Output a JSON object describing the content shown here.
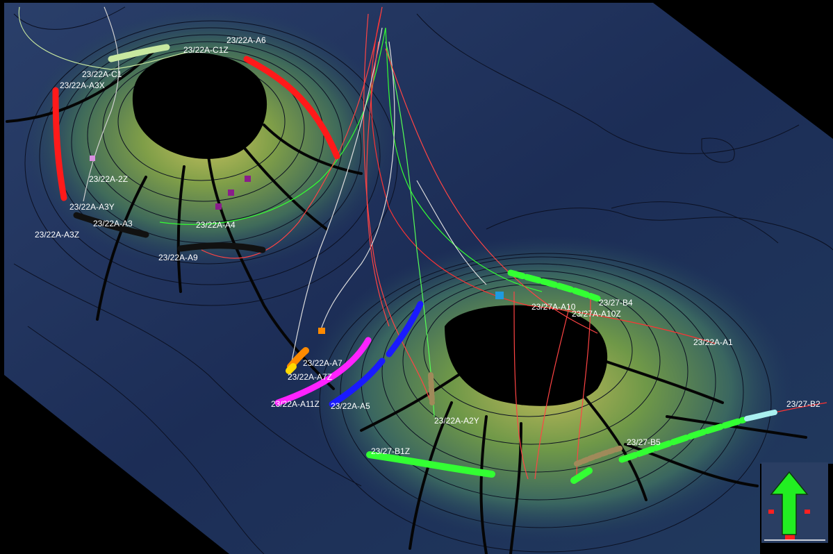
{
  "view": {
    "background": "#000000",
    "surface_deep": "#1b2a4d",
    "surface_mid": "#2c4a6a",
    "surface_high": "#5f8a52",
    "surface_peak": "#b5b65a"
  },
  "wells": [
    {
      "name": "23/22A-A6",
      "color": "#ff1a1a"
    },
    {
      "name": "23/22A-C1Z",
      "color": "#c8e8a0"
    },
    {
      "name": "23/22A-C1",
      "color": "#c8e8a0"
    },
    {
      "name": "23/22A-A3X",
      "color": "#ff1a1a"
    },
    {
      "name": "23/22A-2Z",
      "color": "#d98fe0"
    },
    {
      "name": "23/22A-A3Y",
      "color": "#111111"
    },
    {
      "name": "23/22A-A3",
      "color": "#111111"
    },
    {
      "name": "23/22A-A3Z",
      "color": "#111111"
    },
    {
      "name": "23/22A-A4",
      "color": "#8a1d8a"
    },
    {
      "name": "23/22A-A9",
      "color": "#111111"
    },
    {
      "name": "23/22A-A7",
      "color": "#ff8a00"
    },
    {
      "name": "23/22A-A7Z",
      "color": "#ffd800"
    },
    {
      "name": "23/22A-A11Z",
      "color": "#ff22ff"
    },
    {
      "name": "23/22A-A5",
      "color": "#1a1aff"
    },
    {
      "name": "23/22A-A2Y",
      "color": "#a08a5a"
    },
    {
      "name": "23/27A-A10",
      "color": "#33ff33"
    },
    {
      "name": "23/27A-A10Z",
      "color": "#33aaff"
    },
    {
      "name": "23/27-B4",
      "color": "#33ff33"
    },
    {
      "name": "23/22A-A1",
      "color": "#cc2222"
    },
    {
      "name": "23/27-B2",
      "color": "#33ff33"
    },
    {
      "name": "23/27-B5",
      "color": "#33ff33"
    },
    {
      "name": "23/27-B1Z",
      "color": "#33ff33"
    }
  ],
  "north_arrow": {
    "icon": "north-arrow-icon",
    "arrow_color": "#22ee22",
    "marker_color": "#ff2020"
  }
}
